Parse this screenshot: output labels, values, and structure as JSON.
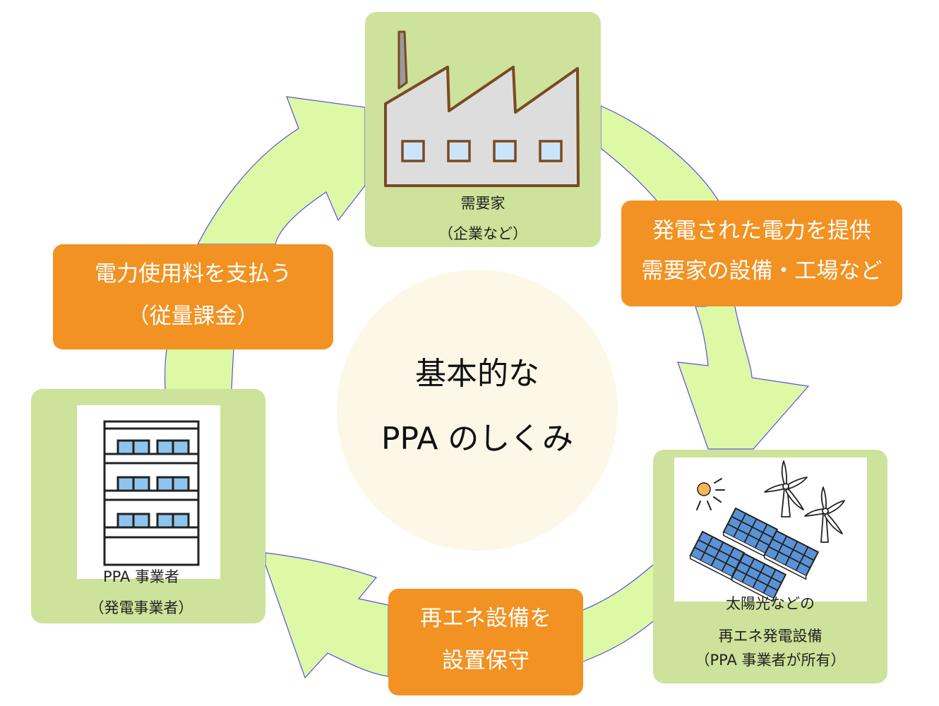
{
  "title": {
    "line1": "基本的な",
    "line2": "PPA のしくみ"
  },
  "colors": {
    "node_bg": "#cde29a",
    "callout_bg": "#f29222",
    "arrow_fill": "#ddf9a6",
    "arrow_stroke": "#5a4ee0",
    "center_bg": "#fdf7e7"
  },
  "nodes": {
    "consumer": {
      "icon": "factory-icon",
      "label_line1": "需要家",
      "label_line2": "（企業など）"
    },
    "generation": {
      "icon": "solar-wind-icon",
      "label_line1": "太陽光などの",
      "label_line2": "再エネ発電設備",
      "label_line3": "（PPA 事業者が所有）"
    },
    "provider": {
      "icon": "office-building-icon",
      "label_line1": "PPA 事業者",
      "label_line2": "（発電事業者）"
    }
  },
  "flows": {
    "supply": {
      "line1": "発電された電力を提供",
      "line2": "需要家の設備・工場など"
    },
    "install": {
      "line1": "再エネ設備を",
      "line2": "設置保守"
    },
    "payment": {
      "line1": "電力使用料を支払う",
      "line2": "（従量課金）"
    }
  }
}
